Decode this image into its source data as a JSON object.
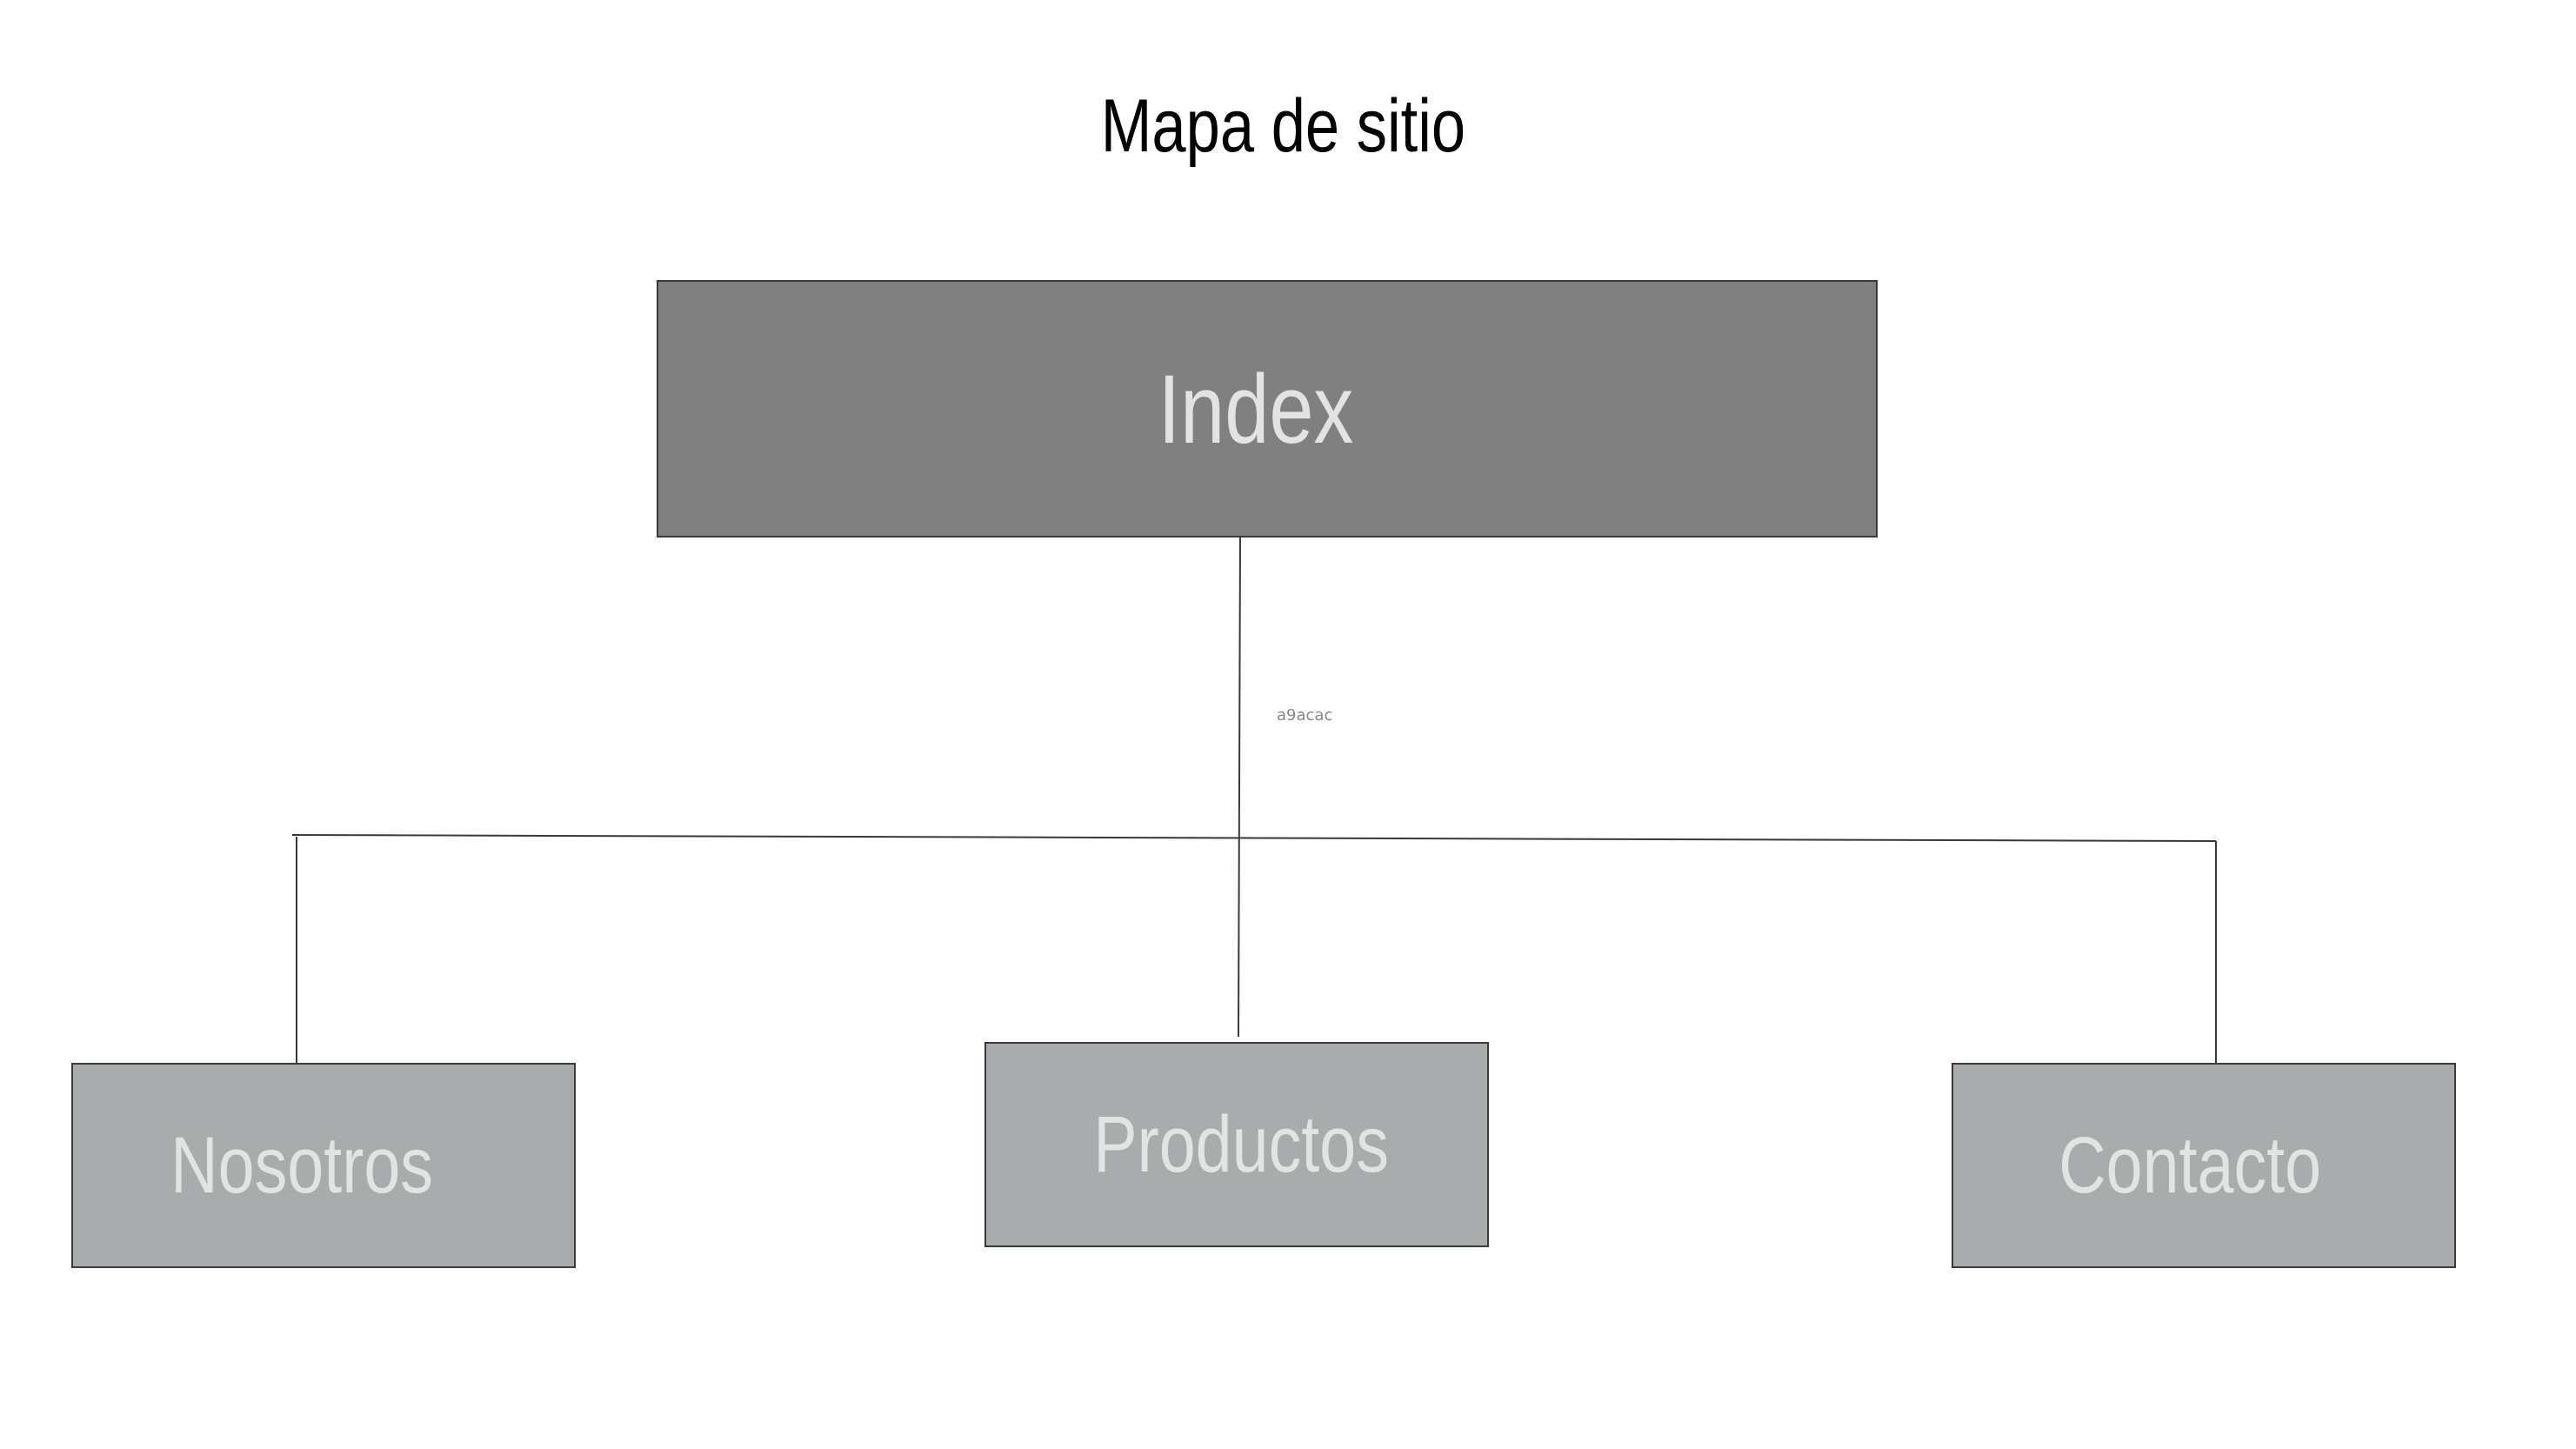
{
  "diagram": {
    "title": "Mapa de sitio",
    "root": {
      "label": "Index",
      "fill": "#808080"
    },
    "children": [
      {
        "label": "Nosotros",
        "fill": "#a9acac"
      },
      {
        "label": "Productos",
        "fill": "#a9acac"
      },
      {
        "label": "Contacto",
        "fill": "#a9acac"
      }
    ],
    "stray_text": "a9acac",
    "colors": {
      "root_fill": "#808080",
      "child_fill": "#a9acac",
      "line": "#3a3a3a",
      "background": "#ffffff"
    }
  }
}
